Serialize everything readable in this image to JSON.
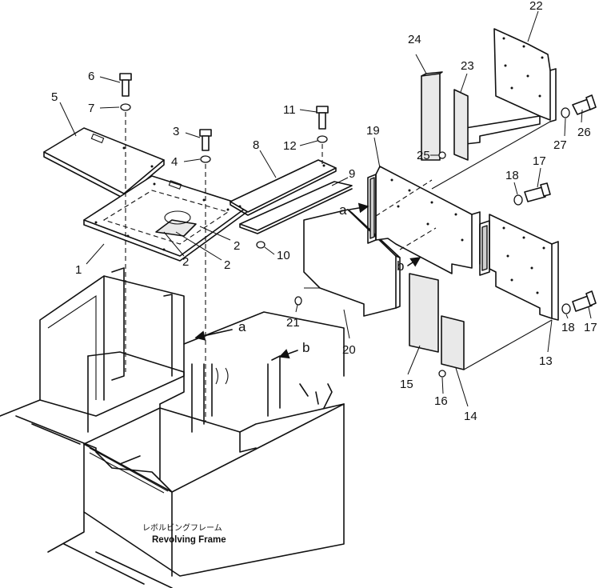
{
  "callouts": [
    "1",
    "2",
    "2",
    "2",
    "3",
    "4",
    "5",
    "6",
    "7",
    "8",
    "9",
    "10",
    "11",
    "12",
    "13",
    "14",
    "15",
    "16",
    "17",
    "17",
    "18",
    "18",
    "19",
    "20",
    "21",
    "22",
    "23",
    "24",
    "25",
    "26",
    "27"
  ],
  "view_letters": {
    "a_left": "a",
    "b_left": "b",
    "a_right": "a",
    "b_right": "b"
  },
  "frame_label": {
    "japanese": "レボルビングフレーム",
    "english": "Revolving Frame"
  }
}
